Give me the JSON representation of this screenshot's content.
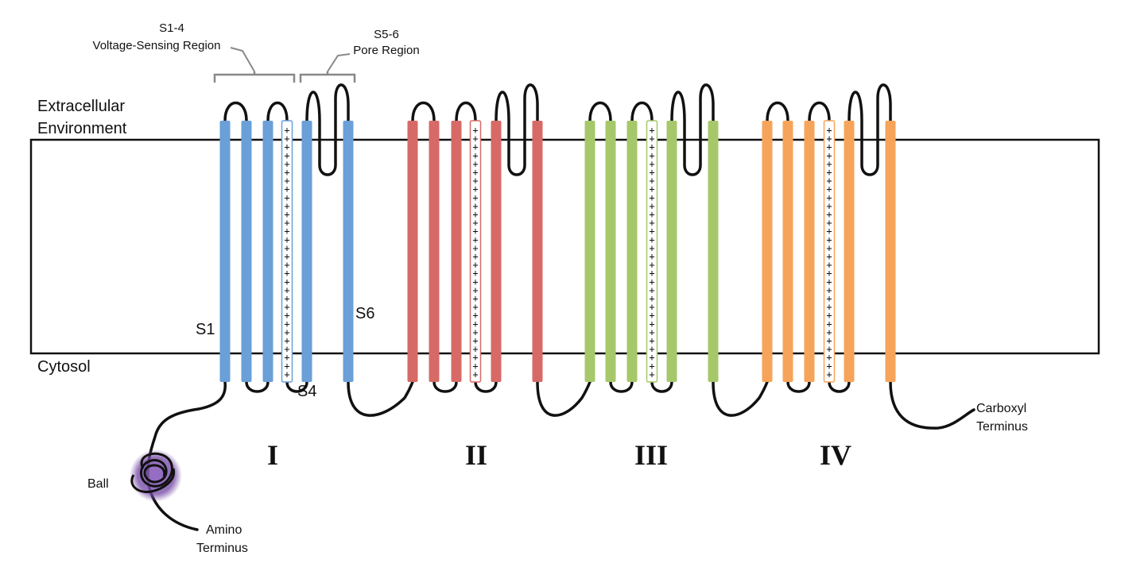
{
  "regions": {
    "extracellular_line1": "Extracellular",
    "extracellular_line2": "Environment",
    "cytosol": "Cytosol"
  },
  "brackets": {
    "voltage_sensing_line1": "S1-4",
    "voltage_sensing_line2": "Voltage-Sensing Region",
    "pore_line1": "S5-6",
    "pore_line2": "Pore Region"
  },
  "segment_labels": {
    "s1": "S1",
    "s4": "S4",
    "s6": "S6"
  },
  "domains": [
    {
      "numeral": "I",
      "color": "#6a9fd8"
    },
    {
      "numeral": "II",
      "color": "#d76a66"
    },
    {
      "numeral": "III",
      "color": "#a6c86a"
    },
    {
      "numeral": "IV",
      "color": "#f6a45a"
    }
  ],
  "sensor_symbol": "+",
  "termini": {
    "ball": "Ball",
    "ball_color": "#7a4fa8",
    "amino_line1": "Amino",
    "amino_line2": "Terminus",
    "carboxyl_line1": "Carboxyl",
    "carboxyl_line2": "Terminus"
  },
  "membrane_color": "#111111"
}
